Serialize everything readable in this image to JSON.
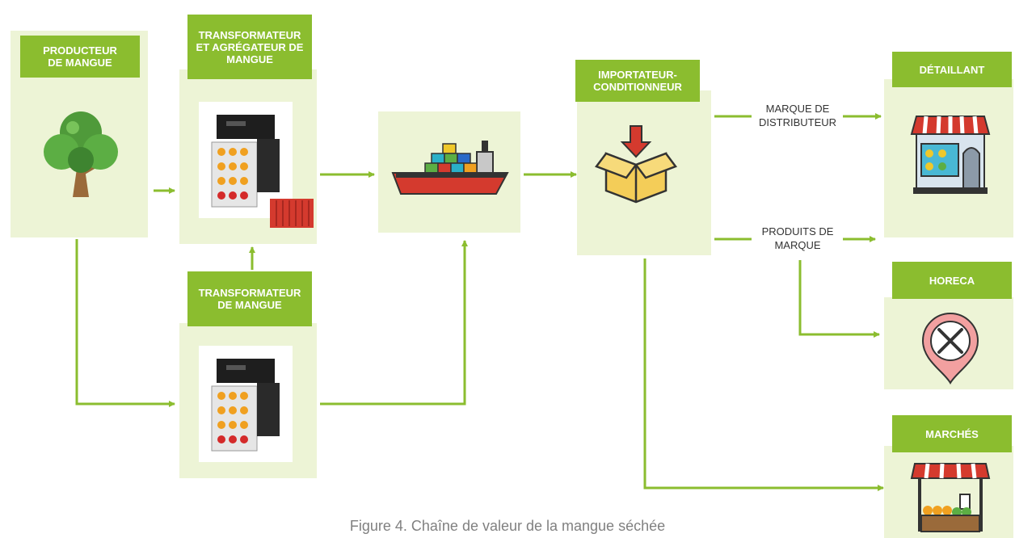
{
  "nodes": {
    "producteur": {
      "label": [
        "PRODUCTEUR",
        "DE MANGUE"
      ],
      "icon": "tree-icon"
    },
    "transformateur_agregateur": {
      "label": [
        "TRANSFORMATEUR",
        "ET AGRÉGATEUR DE",
        "MANGUE"
      ],
      "icon": "dehydrator-icon"
    },
    "transformateur": {
      "label": [
        "TRANSFORMATEUR",
        "DE MANGUE"
      ],
      "icon": "dehydrator-icon"
    },
    "transport": {
      "icon": "cargo-ship-icon"
    },
    "importateur": {
      "label": [
        "IMPORTATEUR-",
        "CONDITIONNEUR"
      ],
      "icon": "box-icon"
    },
    "detaillant": {
      "label": [
        "DÉTAILLANT"
      ],
      "icon": "shop-icon"
    },
    "horeca": {
      "label": [
        "HORECA"
      ],
      "icon": "restaurant-icon"
    },
    "marches": {
      "label": [
        "MARCHÉS"
      ],
      "icon": "market-stall-icon"
    }
  },
  "flow_labels": {
    "marque_distributeur": [
      "MARQUE DE",
      "DISTRIBUTEUR"
    ],
    "produits_marque": [
      "PRODUITS DE",
      "MARQUE"
    ]
  },
  "caption": "Figure 4. Chaîne de valeur de la mangue séchée",
  "colors": {
    "accent": "#8bbd2f",
    "panel": "#edf4d6",
    "caption": "#808080"
  }
}
